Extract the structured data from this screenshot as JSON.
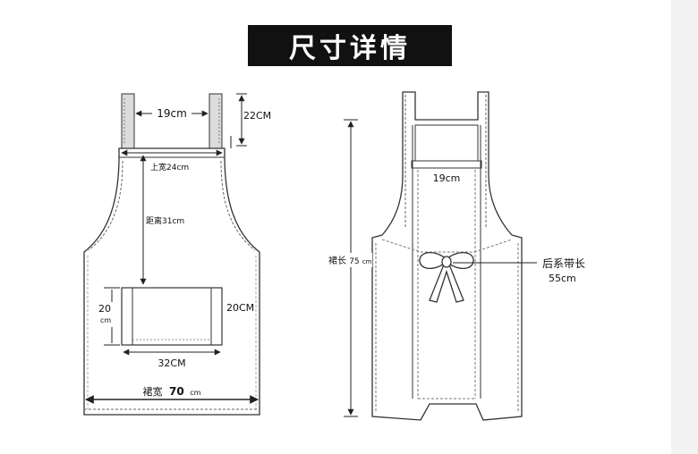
{
  "title": "尺寸详情",
  "front": {
    "strap_gap": "19cm",
    "strap_height": "22CM",
    "top_width": "上宽24cm",
    "distance": "距离31cm",
    "pocket_height_num": "20",
    "pocket_height_unit": "cm",
    "pocket_side": "20CM",
    "pocket_width": "32CM",
    "skirt_width_label": "裙宽",
    "skirt_width_value": "70",
    "skirt_width_unit": "cm"
  },
  "back": {
    "inner_width": "19cm",
    "length_label": "裙长",
    "length_value": "75",
    "length_unit": "cm",
    "tie_label": "后系带长",
    "tie_value": "55cm"
  },
  "colors": {
    "title_bg": "#111111",
    "title_fg": "#ffffff",
    "outline": "#333333",
    "dimension": "#222222",
    "strap_fill": "#dcdcdc"
  }
}
